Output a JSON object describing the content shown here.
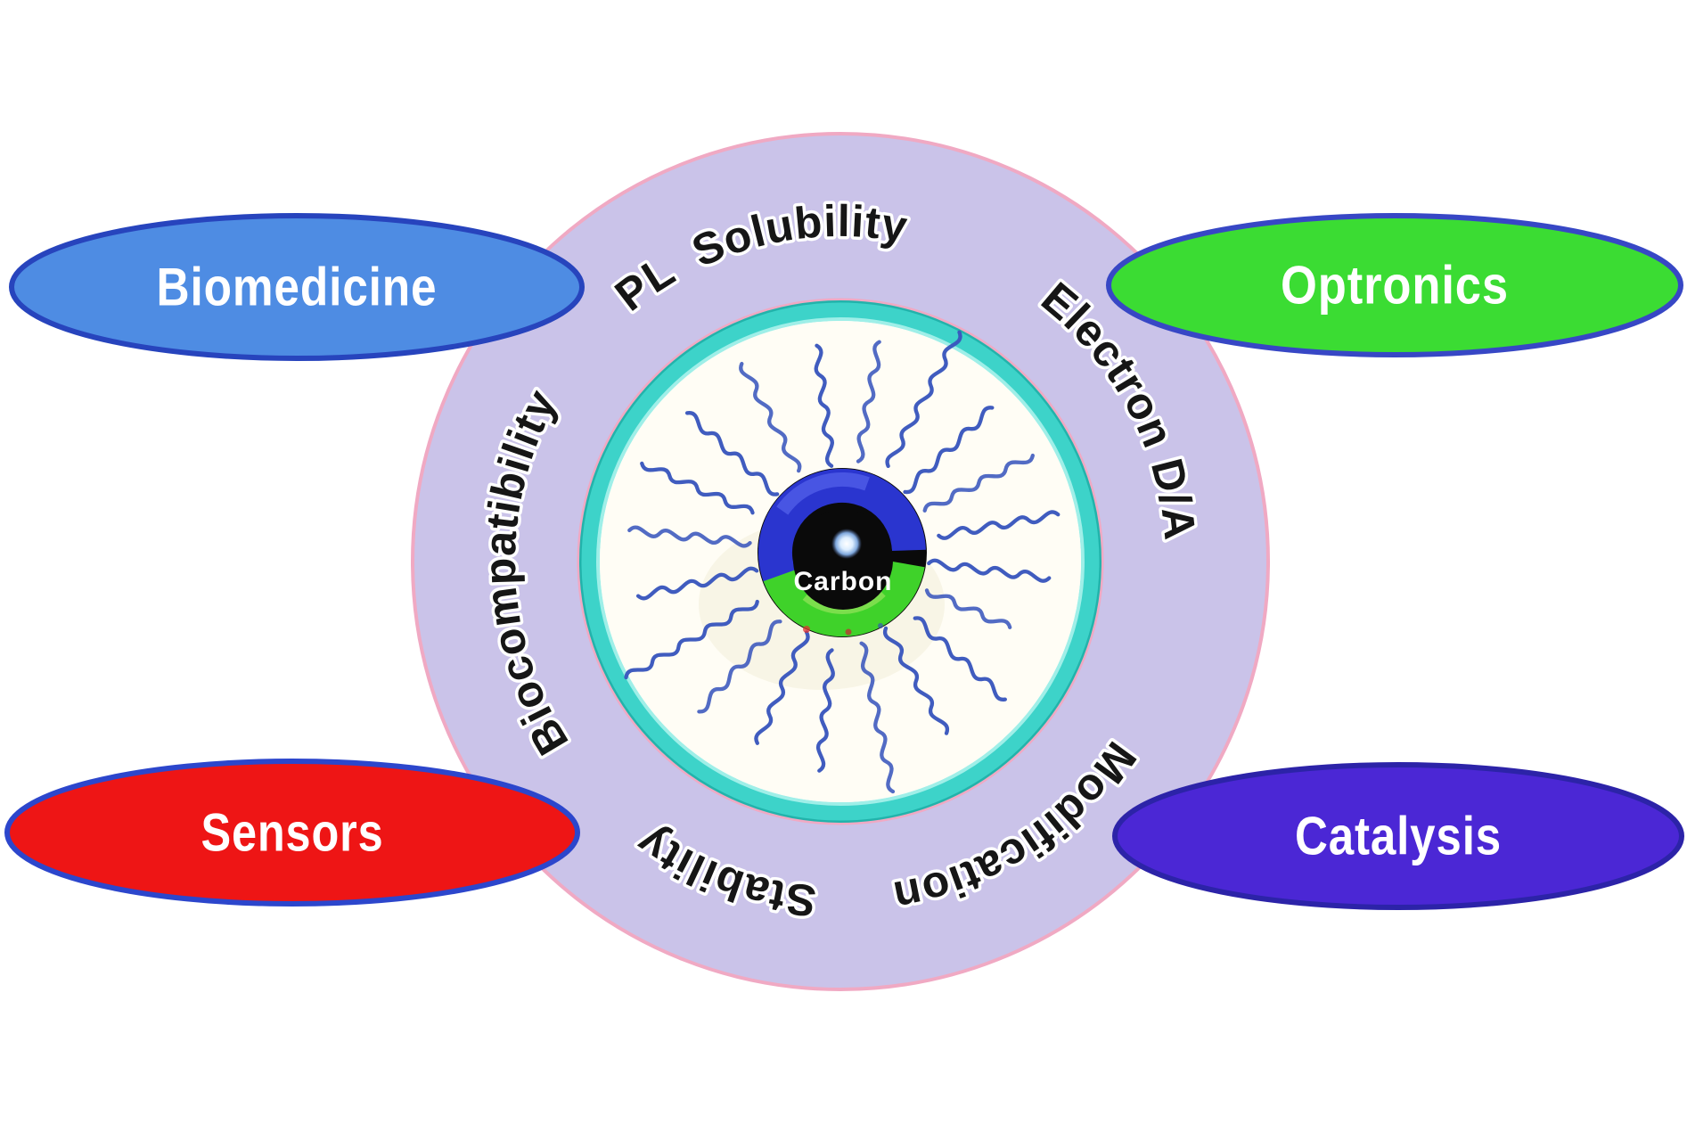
{
  "center_particle": {
    "label": "Carbon"
  },
  "ring_properties": {
    "biocompatibility": "Biocompatibility",
    "pl": "PL",
    "solubility": "Solubility",
    "electron_da": "Electron D/A",
    "modification": "Modification",
    "stability": "Stability"
  },
  "applications": {
    "biomedicine": {
      "label": "Biomedicine",
      "fill": "#4e8ce3",
      "stroke": "#2744bd"
    },
    "optronics": {
      "label": "Optronics",
      "fill": "#3bdc33",
      "stroke": "#3747c5"
    },
    "sensors": {
      "label": "Sensors",
      "fill": "#ee1515",
      "stroke": "#2c46cc"
    },
    "catalysis": {
      "label": "Catalysis",
      "fill": "#4b27d5",
      "stroke": "#2c23a8"
    }
  },
  "colors": {
    "ring_fill": "#cac3e9",
    "ring_border": "#f0a9c3",
    "ring_text": "#161616",
    "teal_ring": "#3dd3c9",
    "teal_ring_dark": "#22b3ab",
    "teal_ring_light": "#9fefe8",
    "inner_circle": "#fffdf5",
    "chain": "#3a57bd",
    "sphere_black": "#0a0a0a",
    "sphere_blue": "#2a35cf",
    "sphere_green": "#3fd22a",
    "label_text": "#ffffff"
  }
}
